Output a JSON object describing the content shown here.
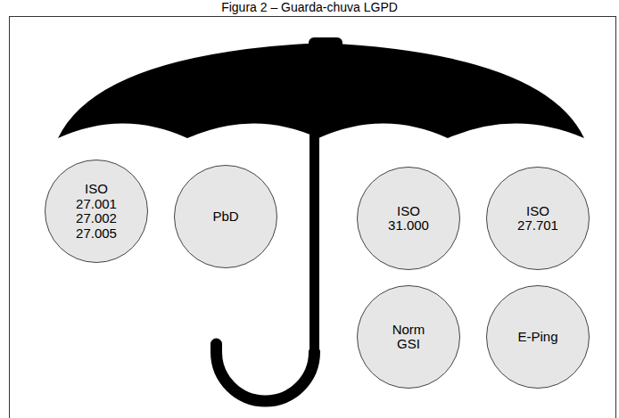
{
  "diagram": {
    "title": "Figura 2 – Guarda-chuva LGPD",
    "nodes": [
      {
        "text": [
          "ISO 27.001 27.002 27.005"
        ]
      },
      {
        "text": [
          "PbD"
        ]
      },
      {
        "text": [
          "ISO 31.000"
        ]
      },
      {
        "text": [
          "ISO 27.701"
        ]
      },
      {
        "text": [
          "Norm GSI"
        ]
      },
      {
        "text": [
          "E-Ping"
        ]
      }
    ]
  }
}
